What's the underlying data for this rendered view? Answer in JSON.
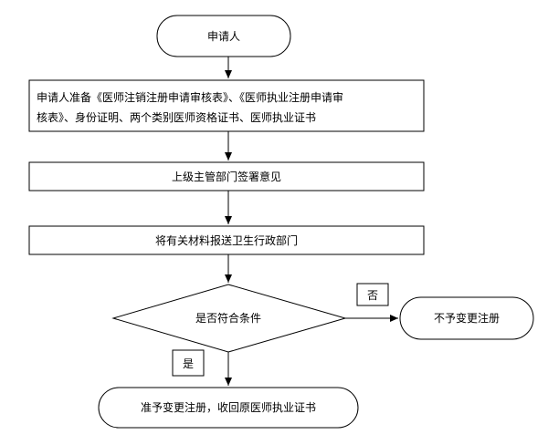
{
  "flowchart": {
    "start": "申请人",
    "step1_line1": "申请人准备《医师注销注册申请审核表》、《医师执业注册申请审",
    "step1_line2": "核表》、身份证明、两个类别医师资格证书、医师执业证书",
    "step2": "上级主管部门签署意见",
    "step3": "将有关材料报送卫生行政部门",
    "decision": "是否符合条件",
    "no_label": "否",
    "no_result": "不予变更注册",
    "yes_label": "是",
    "yes_result": "准予变更注册，收回原医师执业证书"
  }
}
